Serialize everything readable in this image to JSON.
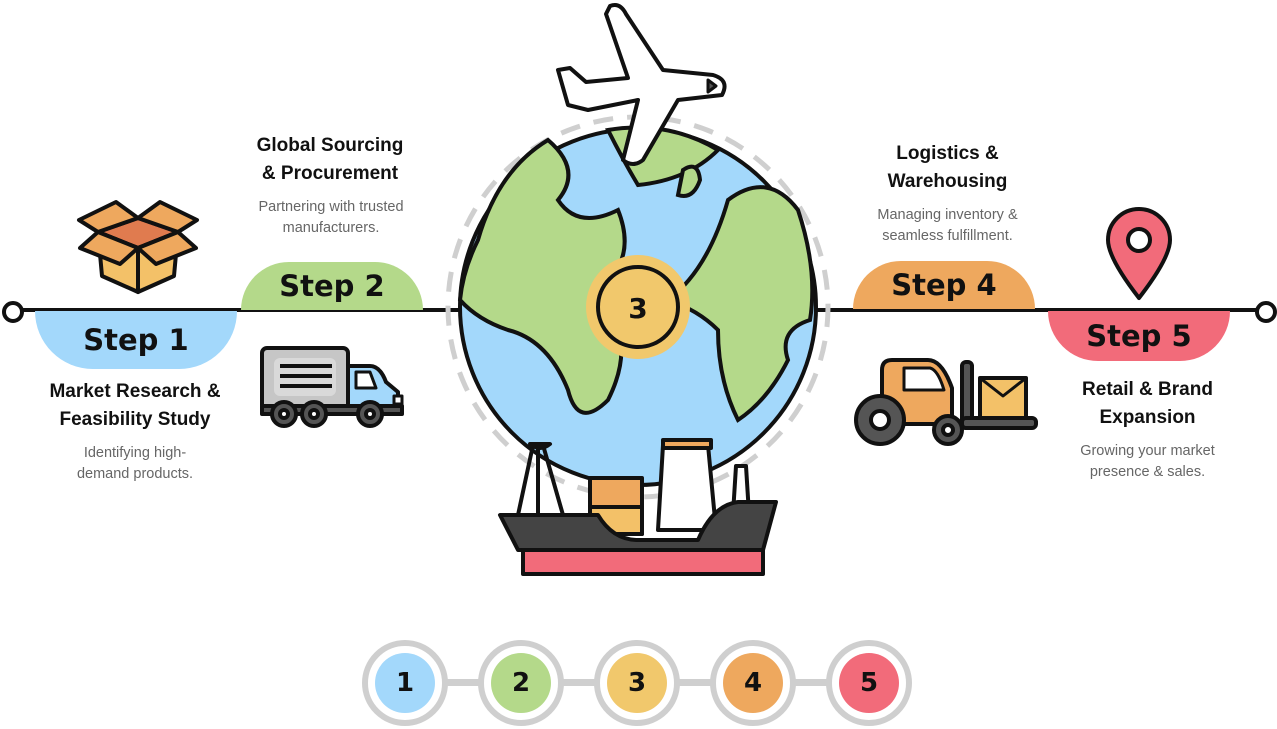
{
  "colors": {
    "step1": "#a3d8fb",
    "step2": "#b4d98a",
    "step3": "#f1c86c",
    "step4": "#eea85e",
    "step5": "#f26b7a",
    "line": "#111111",
    "ring": "#cfcfcf"
  },
  "center_badge": {
    "label": "3"
  },
  "steps": [
    {
      "pill": "Step 1",
      "title_line1": "Market Research &",
      "title_line2": "Feasibility Study",
      "desc_line1": "Identifying high-",
      "desc_line2": "demand products.",
      "icon": "open-box-icon"
    },
    {
      "pill": "Step 2",
      "title_line1": "Global Sourcing",
      "title_line2": "& Procurement",
      "desc_line1": "Partnering with trusted",
      "desc_line2": "manufacturers.",
      "icon": "delivery-truck-icon"
    },
    {
      "pill": "3",
      "title_line1": "",
      "title_line2": "",
      "desc_line1": "",
      "desc_line2": "",
      "icon": "globe-icon"
    },
    {
      "pill": "Step 4",
      "title_line1": "Logistics &",
      "title_line2": "Warehousing",
      "desc_line1": "Managing inventory &",
      "desc_line2": "seamless fulfillment.",
      "icon": "forklift-icon"
    },
    {
      "pill": "Step 5",
      "title_line1": "Retail & Brand",
      "title_line2": "Expansion",
      "desc_line1": "Growing your market",
      "desc_line2": "presence & sales.",
      "icon": "location-pin-icon"
    }
  ],
  "progress_dots": [
    "1",
    "2",
    "3",
    "4",
    "5"
  ]
}
